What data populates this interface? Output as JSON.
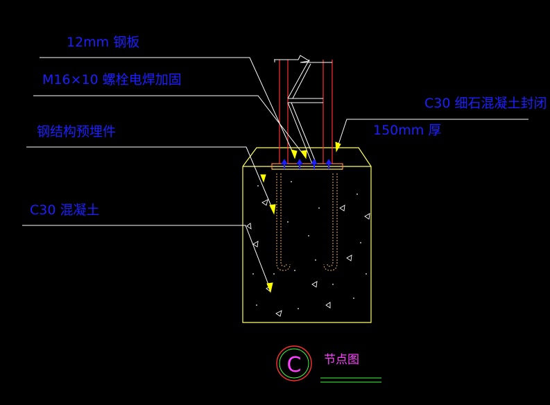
{
  "colors": {
    "background": "#000000",
    "label_text": "#1e1eff",
    "leader": "#ffffff",
    "arrow": "#ffff00",
    "concrete_outline": "#ffff66",
    "steel_column": "#ff3030",
    "anchor_bolt": "#d9a060",
    "bolt_marker": "#1e1eff",
    "title_text": "#ff40ff",
    "title_circle_outer": "#ff3030",
    "title_circle_inner": "#40ff40",
    "title_letter": "#ff40ff"
  },
  "labels": {
    "steel_plate": "12mm 钢板",
    "bolt": "M16×10 螺栓电焊加固",
    "embedded_part": "钢结构预埋件",
    "concrete": "C30 混凝土",
    "seal_line1": "C30 细石混凝土封闭",
    "seal_line2": "150mm 厚"
  },
  "title_block": {
    "letter": "C",
    "caption": "节点图"
  }
}
